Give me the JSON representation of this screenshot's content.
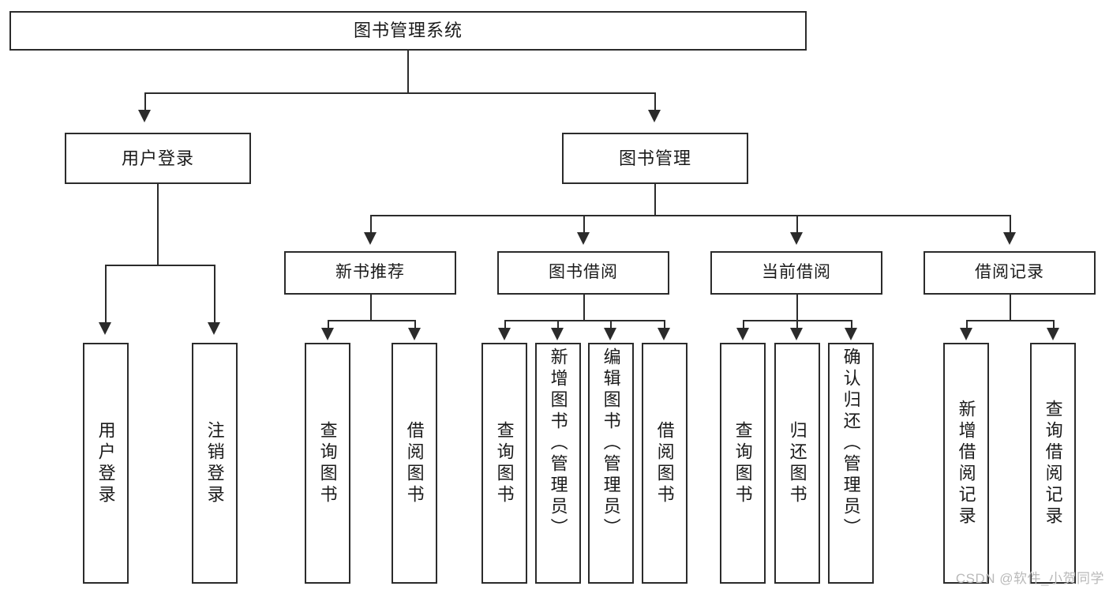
{
  "diagram": {
    "title": "图书管理系统",
    "type": "tree",
    "watermark": "CSDN @软件_小贺同学",
    "stroke_color": "#2b2b2b",
    "fill_color": "#ffffff",
    "text_color": "#1a1a1a",
    "watermark_color": "#b9b9b9"
  },
  "nodes": {
    "root": {
      "label": "图书管理系统"
    },
    "level1": [
      {
        "label": "用户登录"
      },
      {
        "label": "图书管理"
      }
    ],
    "level2": [
      {
        "label": "新书推荐"
      },
      {
        "label": "图书借阅"
      },
      {
        "label": "当前借阅"
      },
      {
        "label": "借阅记录"
      }
    ],
    "leaves": {
      "user_login": [
        {
          "label": "用户登录"
        },
        {
          "label": "注销登录"
        }
      ],
      "new_book_recommend": [
        {
          "label": "查询图书"
        },
        {
          "label": "借阅图书"
        }
      ],
      "book_borrow": [
        {
          "label": "查询图书"
        },
        {
          "label": "新增图书（管理员）"
        },
        {
          "label": "编辑图书（管理员）"
        },
        {
          "label": "借阅图书"
        }
      ],
      "current_borrow": [
        {
          "label": "查询图书"
        },
        {
          "label": "归还图书"
        },
        {
          "label": "确认归还（管理员）"
        }
      ],
      "borrow_record": [
        {
          "label": "新增借阅记录"
        },
        {
          "label": "查询借阅记录"
        }
      ]
    }
  }
}
